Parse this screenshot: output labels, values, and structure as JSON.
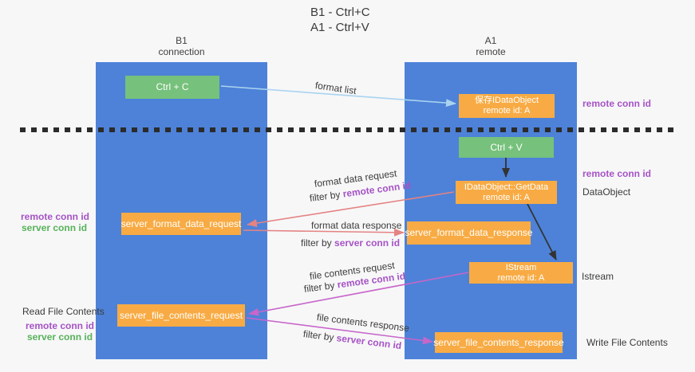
{
  "title": {
    "line1": "B1 - Ctrl+C",
    "line2": "A1 - Ctrl+V"
  },
  "lanes": {
    "b1": {
      "name": "B1",
      "role": "connection"
    },
    "a1": {
      "name": "A1",
      "role": "remote"
    }
  },
  "boxes": {
    "ctrl_c": "Ctrl + C",
    "ctrl_v": "Ctrl + V",
    "save_idataobject_line1": "保存IDataObject",
    "save_idataobject_line2": "remote id: A",
    "getdata_line1": "IDataObject::GetData",
    "getdata_line2": "remote id: A",
    "istream_line1": "IStream",
    "istream_line2": "remote id: A",
    "server_format_data_request": "server_format_data_request",
    "server_format_data_response": "server_format_data_response",
    "server_file_contents_request": "server_file_contents_request",
    "server_file_contents_response": "server_file_contents_response"
  },
  "labels": {
    "format_list": "format list",
    "format_data_request": "format data request",
    "format_data_response": "format data response",
    "file_contents_request": "file contents request",
    "file_contents_response": "file contents response",
    "filter_by": "filter by",
    "remote_conn_id": "remote conn id",
    "server_conn_id": "server conn id",
    "read_file_contents": "Read File Contents",
    "write_file_contents": "Write File Contents",
    "dataobject": "DataObject",
    "istream": "Istream"
  },
  "colors": {
    "background": "#f7f7f8",
    "lane_blue": "#4d82d8",
    "box_green": "#76c17b",
    "box_orange": "#f8ab44",
    "purple_text": "#a653c5",
    "green_text": "#57b259",
    "salmon_arrow": "#e58383",
    "magenta_arrow": "#c766c9",
    "lightblue_arrow": "#aad3ef",
    "black_arrow": "#333333",
    "dashed_line": "#2b2b2b"
  }
}
